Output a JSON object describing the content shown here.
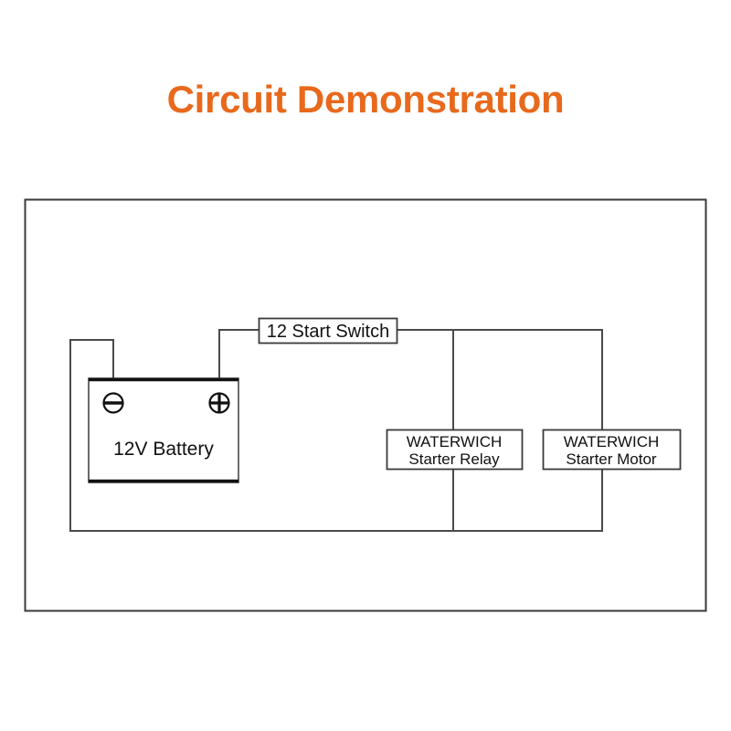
{
  "page": {
    "title": "Circuit Demonstration",
    "title_color": "#E8691C",
    "background_color": "#FFFFFF"
  },
  "diagram": {
    "name": "12V starter circuit schematic",
    "line_color": "#3A3A3A",
    "frame": {
      "label": "diagram-frame"
    },
    "components": {
      "battery": {
        "label": "12V Battery",
        "negative_terminal": "minus-terminal",
        "positive_terminal": "plus-terminal"
      },
      "switch": {
        "label": "12 Start Switch"
      },
      "starter_relay": {
        "line1": "WATERWICH",
        "line2": "Starter Relay"
      },
      "starter_motor": {
        "line1": "WATERWICH",
        "line2": "Starter Motor"
      }
    },
    "wires": [
      {
        "name": "battery-negative-to-ground-bus"
      },
      {
        "name": "battery-positive-to-switch"
      },
      {
        "name": "switch-to-supply-bus"
      },
      {
        "name": "supply-bus-to-starter-relay"
      },
      {
        "name": "supply-bus-to-starter-motor"
      },
      {
        "name": "ground-return-bus"
      }
    ]
  }
}
